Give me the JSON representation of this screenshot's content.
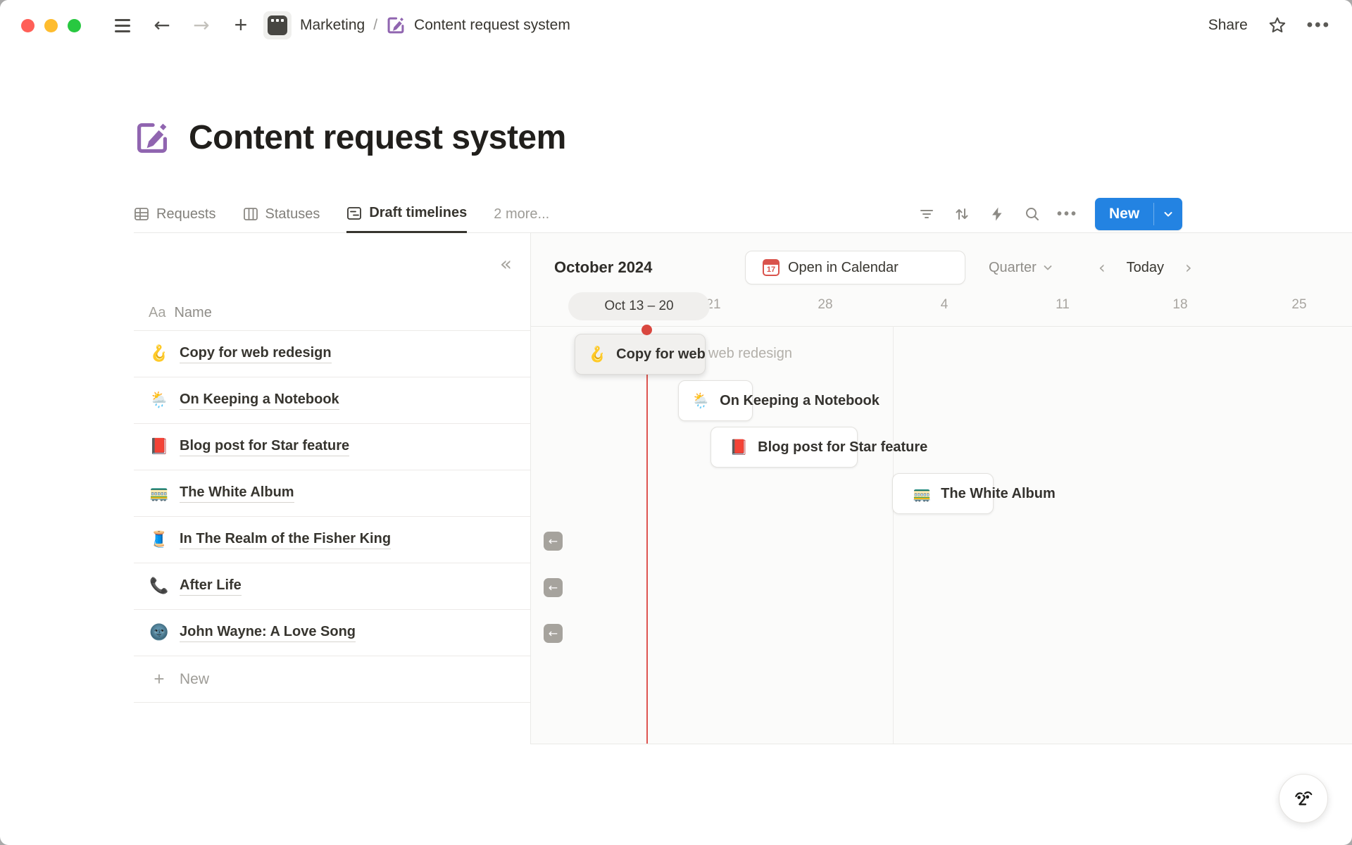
{
  "topbar": {
    "team": "Marketing",
    "separator": "/",
    "page": "Content request system",
    "share": "Share"
  },
  "page": {
    "title": "Content request system"
  },
  "tabs": [
    {
      "label": "Requests",
      "active": false
    },
    {
      "label": "Statuses",
      "active": false
    },
    {
      "label": "Draft timelines",
      "active": true
    },
    {
      "label": "2 more...",
      "active": false
    }
  ],
  "toolbar": {
    "new_label": "New"
  },
  "table": {
    "type_label": "Aa",
    "header": "Name",
    "new_label": "New",
    "rows": [
      {
        "emoji": "🪝",
        "name": "Copy for web redesign"
      },
      {
        "emoji": "🌦️",
        "name": "On Keeping a Notebook"
      },
      {
        "emoji": "📕",
        "name": "Blog post for Star feature"
      },
      {
        "emoji": "🚃",
        "name": "The White Album"
      },
      {
        "emoji": "🧵",
        "name": "In The Realm of the Fisher King"
      },
      {
        "emoji": "📞",
        "name": "After Life"
      },
      {
        "emoji": "🌚",
        "name": "John Wayne: A Love Song"
      }
    ]
  },
  "timeline": {
    "month": "October 2024",
    "calendar_day": "17",
    "open_in_calendar": "Open in Calendar",
    "zoom_level": "Quarter",
    "today_label": "Today",
    "range_pill": "Oct 13 – 20",
    "ticks": [
      "21",
      "28",
      "4",
      "11",
      "18",
      "25"
    ],
    "ghost_text": "web redesign",
    "cards": [
      {
        "emoji": "🪝",
        "label": "Copy for web redesign"
      },
      {
        "emoji": "🌦️",
        "label": "On Keeping a Notebook"
      },
      {
        "emoji": "📕",
        "label": "Blog post for Star feature"
      },
      {
        "emoji": "🚃",
        "label": "The White Album"
      }
    ]
  },
  "colors": {
    "accent_blue": "#2383e2",
    "today_red": "#d9473f",
    "page_purple": "#9065b0"
  }
}
